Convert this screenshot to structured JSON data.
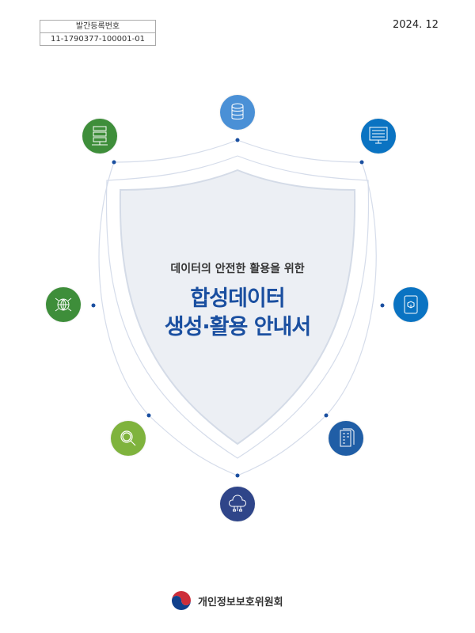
{
  "registration": {
    "label": "발간등록번호",
    "number": "11-1790377-100001-01"
  },
  "date": "2024. 12",
  "subtitle": "데이터의 안전한 활용을 위한",
  "title_line1": "합성데이터",
  "title_line2": "생성·활용 안내서",
  "publisher": "개인정보보호위원회",
  "icons": [
    {
      "name": "database-icon",
      "color": "#4a90d6"
    },
    {
      "name": "server-icon",
      "color": "#3e8e3a"
    },
    {
      "name": "monitor-icon",
      "color": "#0a73c2"
    },
    {
      "name": "globe-network-icon",
      "color": "#3e8e3a"
    },
    {
      "name": "box-device-icon",
      "color": "#0a73c2"
    },
    {
      "name": "magnifier-icon",
      "color": "#7fb33d"
    },
    {
      "name": "document-icon",
      "color": "#205ea6"
    },
    {
      "name": "cloud-icon",
      "color": "#2f4589"
    }
  ]
}
